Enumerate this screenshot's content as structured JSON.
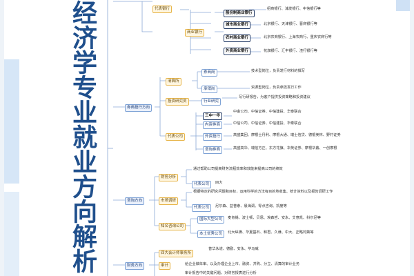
{
  "title": "经济学专业就业方向解析",
  "nodes": {
    "daili_bank": "代表银行",
    "shangye_bank": "商业银行",
    "gufenzhi": "股份制商业银行",
    "chengshi": "城市商业银行",
    "nongcun": "农村商业银行",
    "waizi": "外资商业银行",
    "jiaoyi_shi": "清算所",
    "juemingshi": "券商岗",
    "qiye_kaohe": "承销岗",
    "touzi_yanjiu": "投资研究员",
    "hangye_yanjiu": "行业研究",
    "daili_gongsi": "代表公司",
    "santong_yiyi": "三中一华",
    "neizi_quanshang": "内资券商",
    "waizi_touhang": "外资投行",
    "zixun_quanshang": "咨询券商",
    "zhengquan": "券商投行方向",
    "caiwu_fenxi": "财务分析",
    "daili_gongsi2": "代表公司",
    "shichang_diaoyan": "市场调研",
    "daili_gongsi3": "代表公司",
    "zixun_fangxiang": "咨询方向",
    "zhiming_zixun": "知名咨询公司",
    "guoji_zixun": "国际大型公司",
    "bentu_zixun": "本土优秀公司",
    "sida": "四大会计师事务所",
    "shenji": "审计",
    "shenji_fangxiang": "财务方向"
  },
  "leaves": {
    "l_daili_bank": "招商银行、浦发银行、中信银行等",
    "l_chengshi": "北京银行、天津银行、晋商银行等",
    "l_nongcun": "北京农商银行、上海农商行、重庆农商行等",
    "l_waizi": "花旗银行、汇丰银行、渣打银行等",
    "l_juemingshi": "技术型岗位，负责发行材料的撰写",
    "l_qiye_kaohe": "资源型岗位，负责承揽发行工作",
    "l_hangye_yanjiu": "写行研报告，为客户提供投资策略和投资建议",
    "l_santong_yiyi": "中金公司、中信证券、中信建投、华泰联合",
    "l_neizi_1": "中信公司、中信证券、中信建投、华泰联合",
    "l_waizi_touhang": "高盛集团、摩根士丹利、摩根大通、瑞士信贷、德银美林、野村证券",
    "l_zixun_quanshang": "高盛高华、瑞信方正、东方花旗、华英证券、摩根华鑫、一创摩根",
    "l_caiwu_fenxi": "通过帮助公司提高财务流程效率和效能来提高公司的绩效",
    "l_daili_gongsi2": "四大",
    "l_shichang_diaoyan": "根据特定的研究问题和目标，运用科学的方法有目的地收集、统计资料以及报告调研工作",
    "l_daili_gongsi3": "尼尔森、益普索、晨海调、零点咨询、凯度等",
    "l_guoji_zixun": "麦肯锡、波士顿、贝恩、埃森哲、安永、艾意凯、科尔尼等",
    "l_bentu_zixun": "北大纵横、华夏基石、和君、久谦、中大、正略钧策等",
    "l_sida": "普华永道、德勤、安永、毕马威",
    "l_shenji": "给企业做年审、以及办理企业上市、融资、并购、分立、清算的审计业务",
    "l_shenji_2": "审计报告中的关键问题，对财务报表进行分析"
  }
}
